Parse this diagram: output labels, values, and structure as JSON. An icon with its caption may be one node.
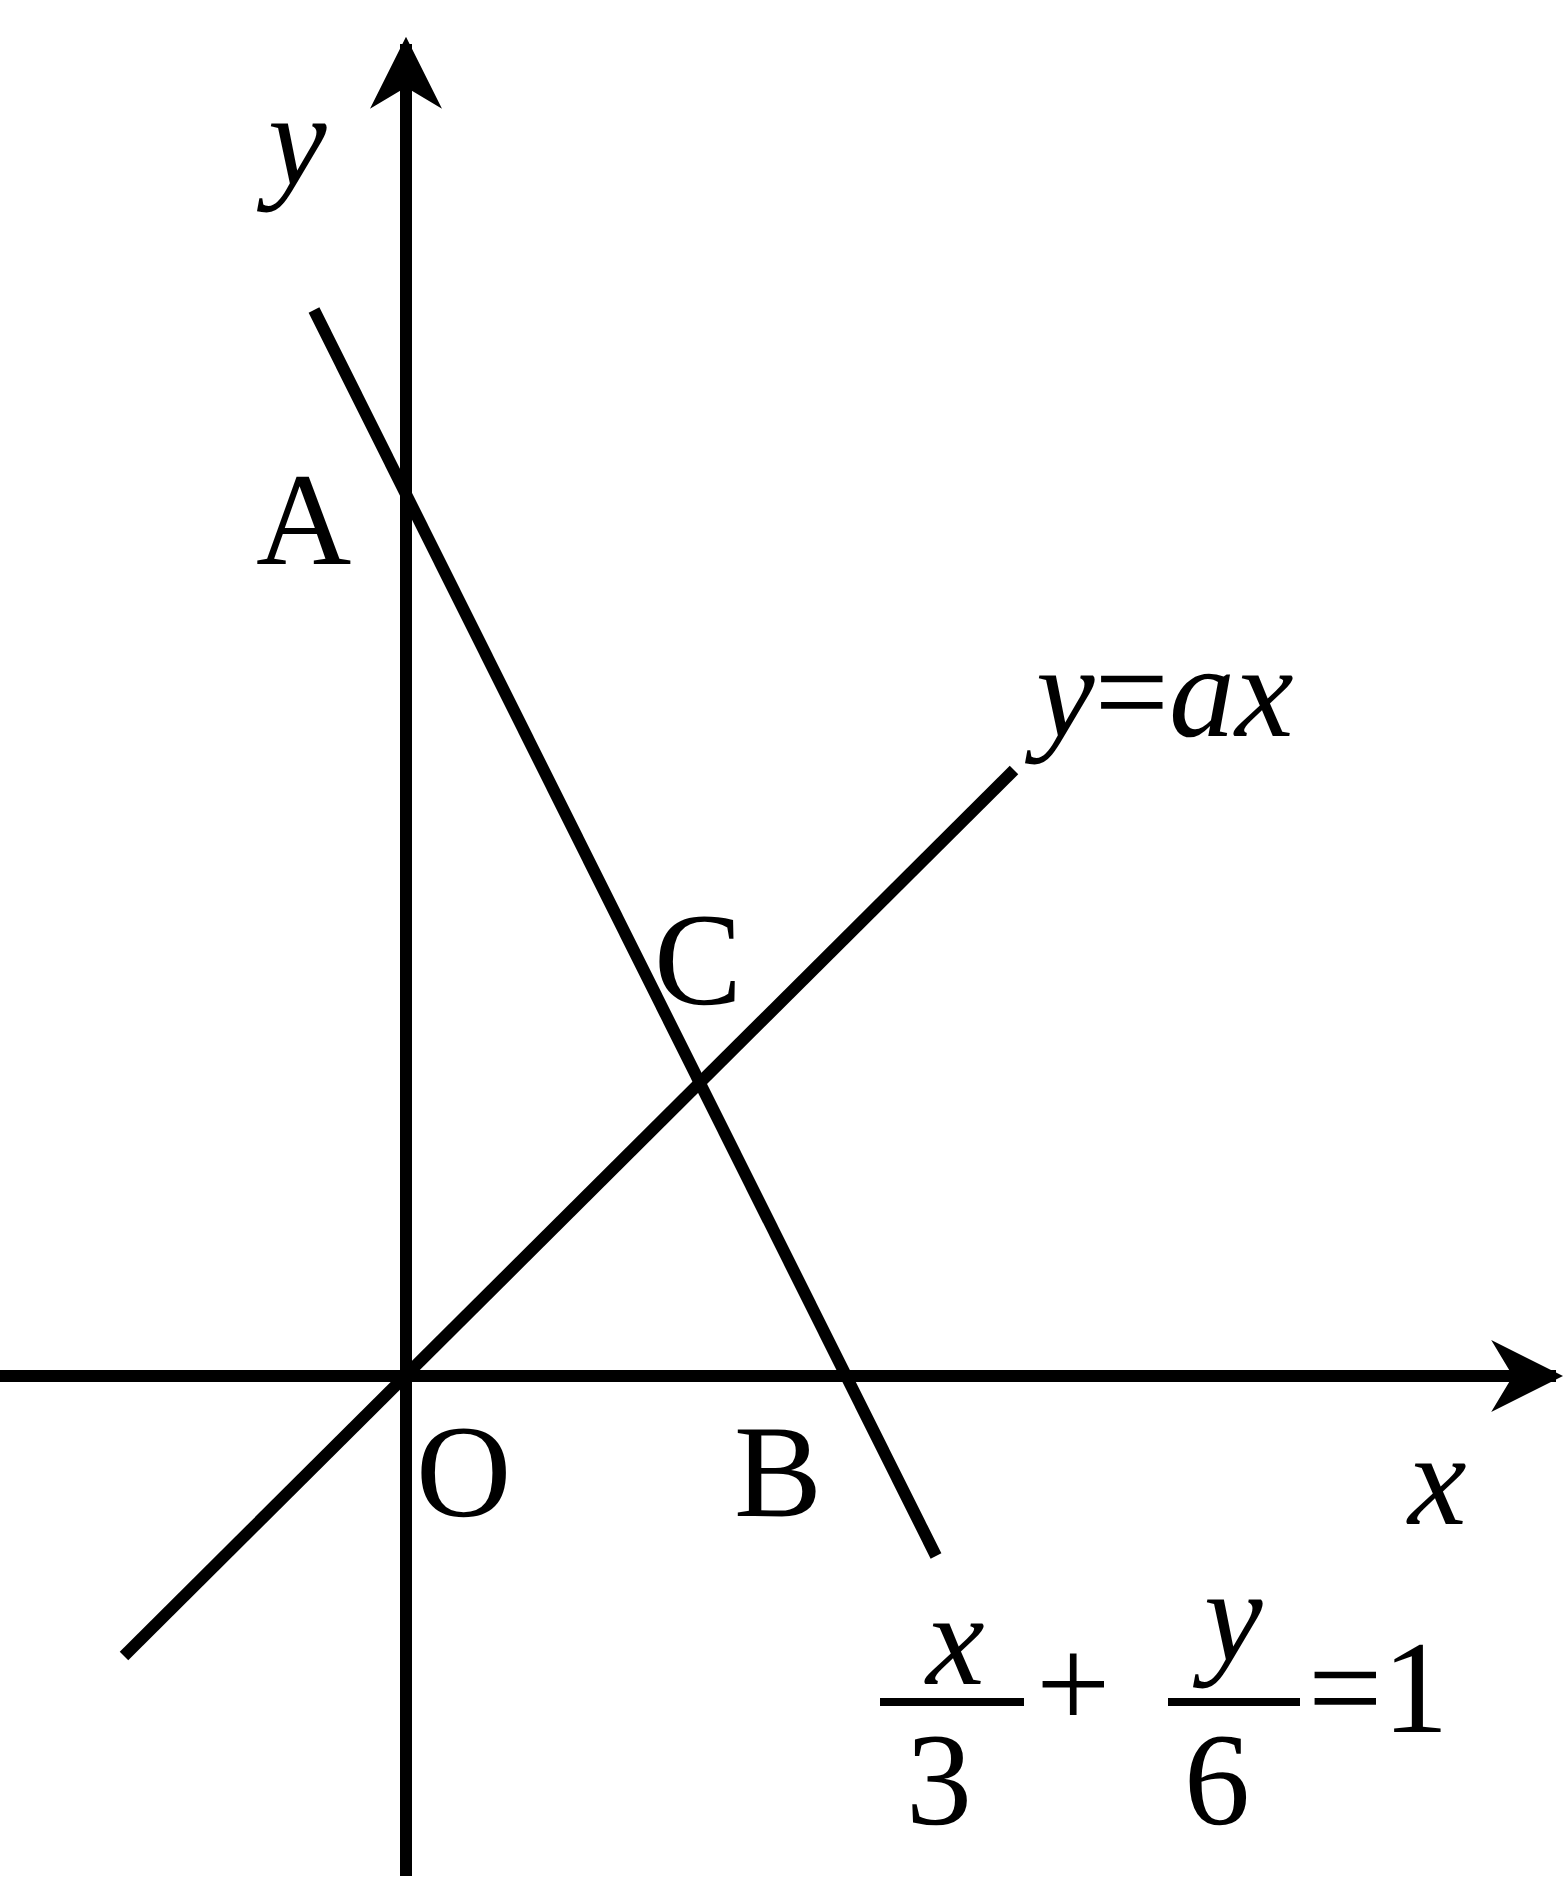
{
  "diagram": {
    "labels": [
      "y",
      "A",
      "*y*=*ax*",
      "C",
      "O",
      "B",
      "x",
      "x",
      "3",
      "+",
      "y",
      "6",
      "=1"
    ]
  }
}
